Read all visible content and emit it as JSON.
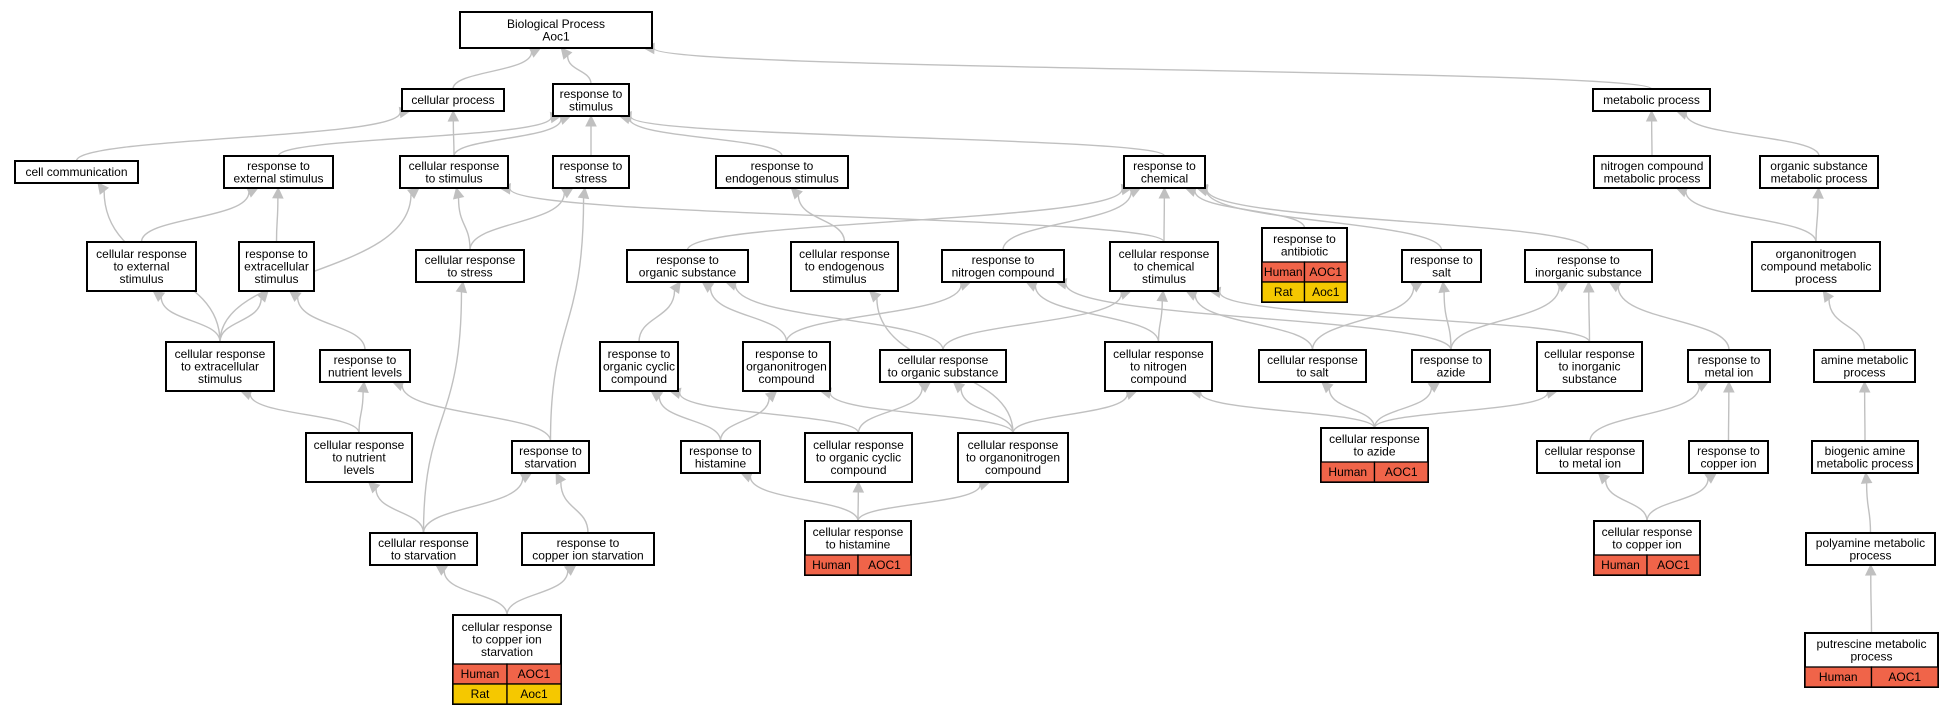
{
  "colors": {
    "human": "#f06449",
    "rat": "#f5c800",
    "edge": "#c0c0c0",
    "box_border": "#000000"
  },
  "nodes": [
    {
      "id": "bp",
      "lines": [
        "Biological Process",
        "Aoc1"
      ]
    },
    {
      "id": "cellular_process",
      "lines": [
        "cellular process"
      ]
    },
    {
      "id": "response_to_stimulus",
      "lines": [
        "response to",
        "stimulus"
      ]
    },
    {
      "id": "metabolic_process",
      "lines": [
        "metabolic process"
      ]
    },
    {
      "id": "cell_communication",
      "lines": [
        "cell communication"
      ]
    },
    {
      "id": "response_to_external_stimulus",
      "lines": [
        "response to",
        "external stimulus"
      ]
    },
    {
      "id": "cellular_response_to_stimulus",
      "lines": [
        "cellular response",
        "to stimulus"
      ]
    },
    {
      "id": "response_to_stress",
      "lines": [
        "response to",
        "stress"
      ]
    },
    {
      "id": "response_to_endogenous_stimulus",
      "lines": [
        "response to",
        "endogenous stimulus"
      ]
    },
    {
      "id": "response_to_chemical",
      "lines": [
        "response to",
        "chemical"
      ]
    },
    {
      "id": "nitrogen_compound_metabolic_process",
      "lines": [
        "nitrogen compound",
        "metabolic process"
      ]
    },
    {
      "id": "organic_substance_metabolic_process",
      "lines": [
        "organic substance",
        "metabolic process"
      ]
    },
    {
      "id": "cellular_response_to_external_stimulus",
      "lines": [
        "cellular response",
        "to external",
        "stimulus"
      ]
    },
    {
      "id": "response_to_extracellular_stimulus",
      "lines": [
        "response to",
        "extracellular",
        "stimulus"
      ]
    },
    {
      "id": "cellular_response_to_stress",
      "lines": [
        "cellular response",
        "to stress"
      ]
    },
    {
      "id": "response_to_organic_substance",
      "lines": [
        "response to",
        "organic substance"
      ]
    },
    {
      "id": "cellular_response_to_endogenous_stimulus",
      "lines": [
        "cellular response",
        "to endogenous",
        "stimulus"
      ]
    },
    {
      "id": "response_to_nitrogen_compound",
      "lines": [
        "response to",
        "nitrogen compound"
      ]
    },
    {
      "id": "cellular_response_to_chemical_stimulus",
      "lines": [
        "cellular response",
        "to chemical",
        "stimulus"
      ]
    },
    {
      "id": "response_to_antibiotic",
      "lines": [
        "response to",
        "antibiotic"
      ],
      "annotations": [
        [
          "Human",
          "AOC1"
        ],
        [
          "Rat",
          "Aoc1"
        ]
      ]
    },
    {
      "id": "response_to_salt",
      "lines": [
        "response to",
        "salt"
      ]
    },
    {
      "id": "response_to_inorganic_substance",
      "lines": [
        "response to",
        "inorganic substance"
      ]
    },
    {
      "id": "organonitrogen_compound_metabolic_process",
      "lines": [
        "organonitrogen",
        "compound metabolic",
        "process"
      ]
    },
    {
      "id": "cellular_response_to_extracellular_stimulus",
      "lines": [
        "cellular response",
        "to extracellular",
        "stimulus"
      ]
    },
    {
      "id": "response_to_nutrient_levels",
      "lines": [
        "response to",
        "nutrient levels"
      ]
    },
    {
      "id": "response_to_organic_cyclic_compound",
      "lines": [
        "response to",
        "organic cyclic",
        "compound"
      ]
    },
    {
      "id": "response_to_organonitrogen_compound",
      "lines": [
        "response to",
        "organonitrogen",
        "compound"
      ]
    },
    {
      "id": "cellular_response_to_organic_substance",
      "lines": [
        "cellular response",
        "to organic substance"
      ]
    },
    {
      "id": "cellular_response_to_nitrogen_compound",
      "lines": [
        "cellular response",
        "to nitrogen",
        "compound"
      ]
    },
    {
      "id": "cellular_response_to_salt",
      "lines": [
        "cellular response",
        "to salt"
      ]
    },
    {
      "id": "response_to_azide",
      "lines": [
        "response to",
        "azide"
      ]
    },
    {
      "id": "cellular_response_to_inorganic_substance",
      "lines": [
        "cellular response",
        "to inorganic",
        "substance"
      ]
    },
    {
      "id": "response_to_metal_ion",
      "lines": [
        "response to",
        "metal ion"
      ]
    },
    {
      "id": "amine_metabolic_process",
      "lines": [
        "amine metabolic",
        "process"
      ]
    },
    {
      "id": "cellular_response_to_nutrient_levels",
      "lines": [
        "cellular response",
        "to nutrient",
        "levels"
      ]
    },
    {
      "id": "response_to_starvation",
      "lines": [
        "response to",
        "starvation"
      ]
    },
    {
      "id": "response_to_histamine",
      "lines": [
        "response to",
        "histamine"
      ]
    },
    {
      "id": "cellular_response_to_organic_cyclic_compound",
      "lines": [
        "cellular response",
        "to organic cyclic",
        "compound"
      ]
    },
    {
      "id": "cellular_response_to_organonitrogen_compound",
      "lines": [
        "cellular response",
        "to organonitrogen",
        "compound"
      ]
    },
    {
      "id": "cellular_response_to_azide",
      "lines": [
        "cellular response",
        "to azide"
      ],
      "annotations": [
        [
          "Human",
          "AOC1"
        ]
      ]
    },
    {
      "id": "cellular_response_to_metal_ion",
      "lines": [
        "cellular response",
        "to metal ion"
      ]
    },
    {
      "id": "response_to_copper_ion",
      "lines": [
        "response to",
        "copper ion"
      ]
    },
    {
      "id": "biogenic_amine_metabolic_process",
      "lines": [
        "biogenic amine",
        "metabolic process"
      ]
    },
    {
      "id": "cellular_response_to_starvation",
      "lines": [
        "cellular response",
        "to starvation"
      ]
    },
    {
      "id": "response_to_copper_ion_starvation",
      "lines": [
        "response to",
        "copper ion starvation"
      ]
    },
    {
      "id": "cellular_response_to_histamine",
      "lines": [
        "cellular response",
        "to histamine"
      ],
      "annotations": [
        [
          "Human",
          "AOC1"
        ]
      ]
    },
    {
      "id": "cellular_response_to_copper_ion",
      "lines": [
        "cellular response",
        "to copper ion"
      ],
      "annotations": [
        [
          "Human",
          "AOC1"
        ]
      ]
    },
    {
      "id": "polyamine_metabolic_process",
      "lines": [
        "polyamine metabolic",
        "process"
      ]
    },
    {
      "id": "cellular_response_to_copper_ion_starvation",
      "lines": [
        "cellular response",
        "to copper ion",
        "starvation"
      ],
      "annotations": [
        [
          "Human",
          "AOC1"
        ],
        [
          "Rat",
          "Aoc1"
        ]
      ]
    },
    {
      "id": "putrescine_metabolic_process",
      "lines": [
        "putrescine metabolic",
        "process"
      ],
      "annotations": [
        [
          "Human",
          "AOC1"
        ]
      ]
    }
  ],
  "edges": [
    [
      "cellular_process",
      "bp"
    ],
    [
      "response_to_stimulus",
      "bp"
    ],
    [
      "metabolic_process",
      "bp"
    ],
    [
      "cell_communication",
      "cellular_process"
    ],
    [
      "cellular_response_to_stimulus",
      "cellular_process"
    ],
    [
      "response_to_external_stimulus",
      "response_to_stimulus"
    ],
    [
      "cellular_response_to_stimulus",
      "response_to_stimulus"
    ],
    [
      "response_to_stress",
      "response_to_stimulus"
    ],
    [
      "response_to_endogenous_stimulus",
      "response_to_stimulus"
    ],
    [
      "response_to_chemical",
      "response_to_stimulus"
    ],
    [
      "nitrogen_compound_metabolic_process",
      "metabolic_process"
    ],
    [
      "organic_substance_metabolic_process",
      "metabolic_process"
    ],
    [
      "cellular_response_to_external_stimulus",
      "response_to_external_stimulus"
    ],
    [
      "response_to_extracellular_stimulus",
      "response_to_external_stimulus"
    ],
    [
      "cellular_response_to_stress",
      "response_to_stress"
    ],
    [
      "cellular_response_to_stress",
      "cellular_response_to_stimulus"
    ],
    [
      "response_to_organic_substance",
      "response_to_chemical"
    ],
    [
      "cellular_response_to_endogenous_stimulus",
      "response_to_endogenous_stimulus"
    ],
    [
      "response_to_nitrogen_compound",
      "response_to_chemical"
    ],
    [
      "cellular_response_to_chemical_stimulus",
      "response_to_chemical"
    ],
    [
      "cellular_response_to_chemical_stimulus",
      "cellular_response_to_stimulus"
    ],
    [
      "response_to_antibiotic",
      "response_to_chemical"
    ],
    [
      "response_to_salt",
      "response_to_chemical"
    ],
    [
      "response_to_inorganic_substance",
      "response_to_chemical"
    ],
    [
      "organonitrogen_compound_metabolic_process",
      "nitrogen_compound_metabolic_process"
    ],
    [
      "organonitrogen_compound_metabolic_process",
      "organic_substance_metabolic_process"
    ],
    [
      "cellular_response_to_extracellular_stimulus",
      "cell_communication"
    ],
    [
      "cellular_response_to_extracellular_stimulus",
      "cellular_response_to_external_stimulus"
    ],
    [
      "cellular_response_to_extracellular_stimulus",
      "response_to_extracellular_stimulus"
    ],
    [
      "cellular_response_to_extracellular_stimulus",
      "cellular_response_to_stimulus"
    ],
    [
      "response_to_nutrient_levels",
      "response_to_extracellular_stimulus"
    ],
    [
      "response_to_organic_cyclic_compound",
      "response_to_organic_substance"
    ],
    [
      "response_to_organonitrogen_compound",
      "response_to_organic_substance"
    ],
    [
      "response_to_organonitrogen_compound",
      "response_to_nitrogen_compound"
    ],
    [
      "cellular_response_to_organic_substance",
      "response_to_organic_substance"
    ],
    [
      "cellular_response_to_organic_substance",
      "cellular_response_to_chemical_stimulus"
    ],
    [
      "cellular_response_to_nitrogen_compound",
      "response_to_nitrogen_compound"
    ],
    [
      "cellular_response_to_nitrogen_compound",
      "cellular_response_to_chemical_stimulus"
    ],
    [
      "cellular_response_to_salt",
      "response_to_salt"
    ],
    [
      "cellular_response_to_salt",
      "cellular_response_to_chemical_stimulus"
    ],
    [
      "response_to_azide",
      "response_to_salt"
    ],
    [
      "response_to_azide",
      "response_to_inorganic_substance"
    ],
    [
      "response_to_azide",
      "response_to_nitrogen_compound"
    ],
    [
      "cellular_response_to_inorganic_substance",
      "response_to_inorganic_substance"
    ],
    [
      "cellular_response_to_inorganic_substance",
      "cellular_response_to_chemical_stimulus"
    ],
    [
      "response_to_metal_ion",
      "response_to_inorganic_substance"
    ],
    [
      "amine_metabolic_process",
      "organonitrogen_compound_metabolic_process"
    ],
    [
      "cellular_response_to_nutrient_levels",
      "cellular_response_to_extracellular_stimulus"
    ],
    [
      "cellular_response_to_nutrient_levels",
      "response_to_nutrient_levels"
    ],
    [
      "response_to_starvation",
      "response_to_nutrient_levels"
    ],
    [
      "response_to_starvation",
      "response_to_stress"
    ],
    [
      "response_to_histamine",
      "response_to_organic_cyclic_compound"
    ],
    [
      "response_to_histamine",
      "response_to_organonitrogen_compound"
    ],
    [
      "cellular_response_to_organic_cyclic_compound",
      "response_to_organic_cyclic_compound"
    ],
    [
      "cellular_response_to_organic_cyclic_compound",
      "cellular_response_to_organic_substance"
    ],
    [
      "cellular_response_to_organonitrogen_compound",
      "response_to_organonitrogen_compound"
    ],
    [
      "cellular_response_to_organonitrogen_compound",
      "cellular_response_to_organic_substance"
    ],
    [
      "cellular_response_to_organonitrogen_compound",
      "cellular_response_to_nitrogen_compound"
    ],
    [
      "cellular_response_to_organonitrogen_compound",
      "cellular_response_to_endogenous_stimulus"
    ],
    [
      "cellular_response_to_azide",
      "response_to_azide"
    ],
    [
      "cellular_response_to_azide",
      "cellular_response_to_salt"
    ],
    [
      "cellular_response_to_azide",
      "cellular_response_to_inorganic_substance"
    ],
    [
      "cellular_response_to_azide",
      "cellular_response_to_nitrogen_compound"
    ],
    [
      "cellular_response_to_metal_ion",
      "response_to_metal_ion"
    ],
    [
      "response_to_copper_ion",
      "response_to_metal_ion"
    ],
    [
      "biogenic_amine_metabolic_process",
      "amine_metabolic_process"
    ],
    [
      "cellular_response_to_starvation",
      "cellular_response_to_nutrient_levels"
    ],
    [
      "cellular_response_to_starvation",
      "response_to_starvation"
    ],
    [
      "cellular_response_to_starvation",
      "cellular_response_to_stress"
    ],
    [
      "response_to_copper_ion_starvation",
      "response_to_starvation"
    ],
    [
      "cellular_response_to_histamine",
      "response_to_histamine"
    ],
    [
      "cellular_response_to_histamine",
      "cellular_response_to_organic_cyclic_compound"
    ],
    [
      "cellular_response_to_histamine",
      "cellular_response_to_organonitrogen_compound"
    ],
    [
      "cellular_response_to_copper_ion",
      "cellular_response_to_metal_ion"
    ],
    [
      "cellular_response_to_copper_ion",
      "response_to_copper_ion"
    ],
    [
      "polyamine_metabolic_process",
      "biogenic_amine_metabolic_process"
    ],
    [
      "cellular_response_to_copper_ion_starvation",
      "cellular_response_to_starvation"
    ],
    [
      "cellular_response_to_copper_ion_starvation",
      "response_to_copper_ion_starvation"
    ],
    [
      "putrescine_metabolic_process",
      "polyamine_metabolic_process"
    ]
  ]
}
